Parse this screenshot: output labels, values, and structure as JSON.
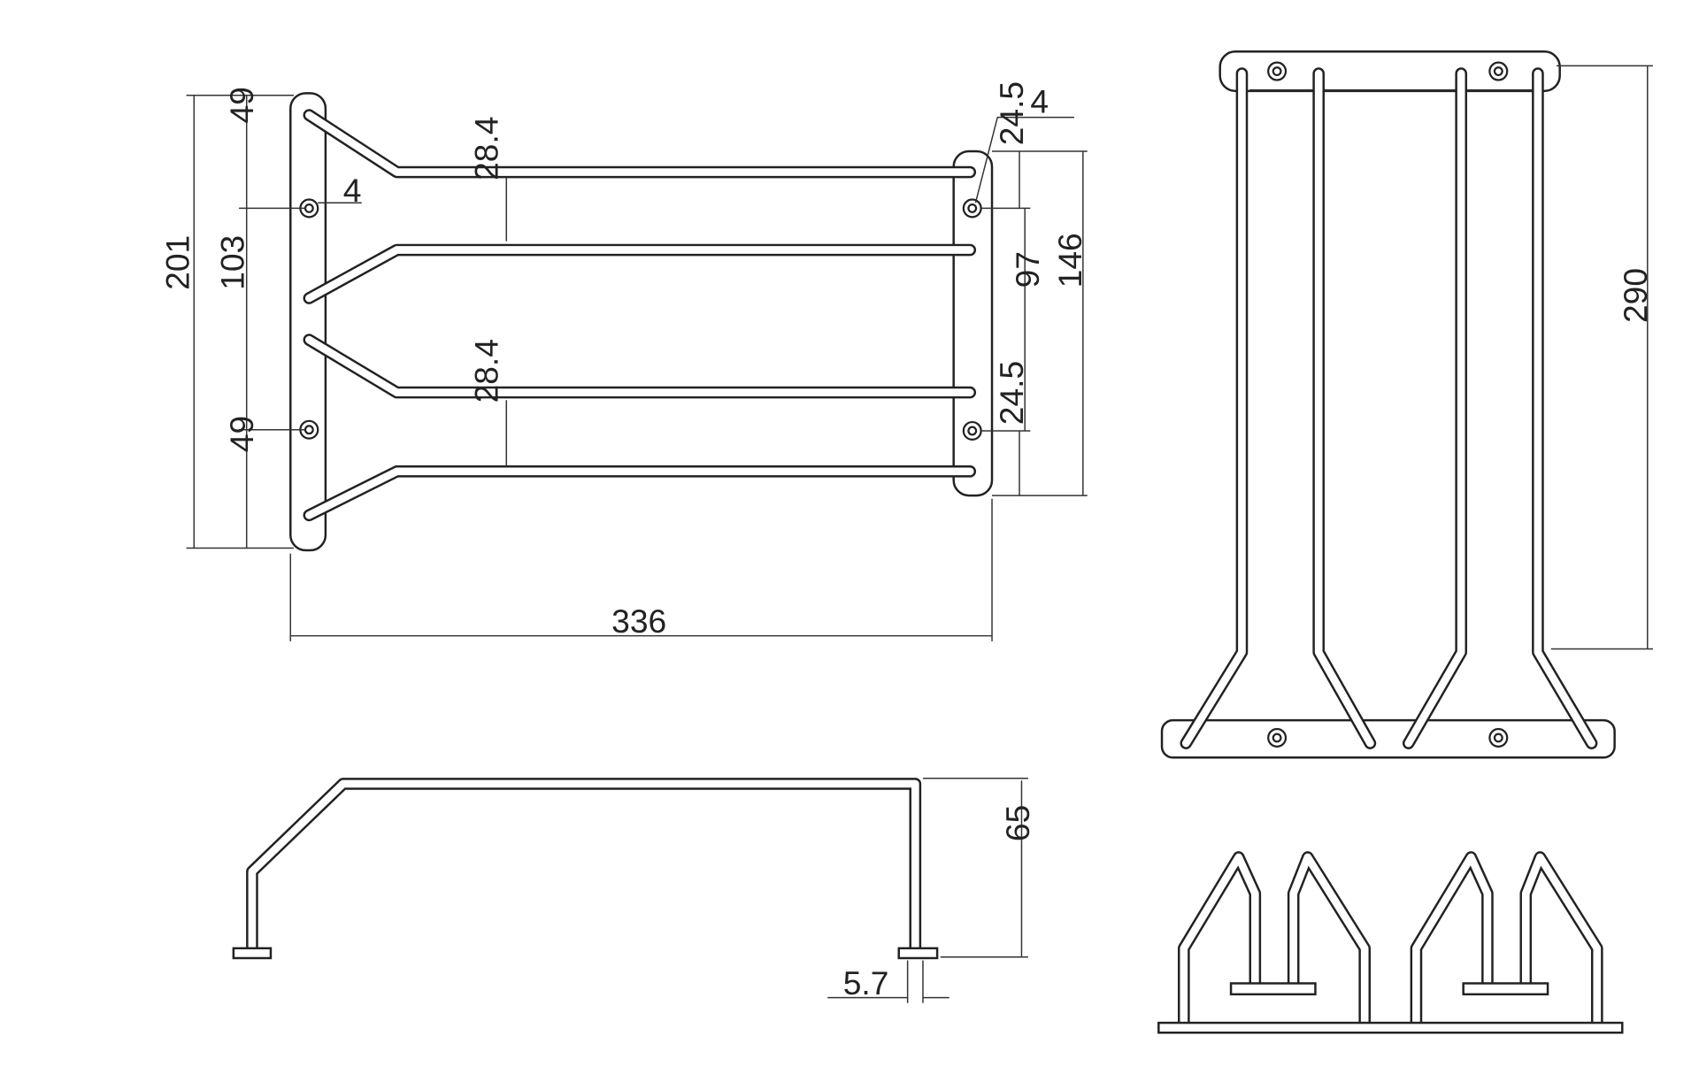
{
  "top_view": {
    "dim_total_height": "201",
    "dim_top_offset": "49",
    "dim_hole_spacing": "103",
    "dim_bottom_offset": "49",
    "dim_hole_left": "4",
    "dim_gap_top": "28.4",
    "dim_gap_bottom": "28.4",
    "dim_hole_right": "4",
    "dim_right_top": "24.5",
    "dim_right_holes": "97",
    "dim_right_bottom": "24.5",
    "dim_right_total": "146",
    "dim_length": "336"
  },
  "front_view": {
    "dim_height": "290"
  },
  "side_view": {
    "dim_height": "65",
    "dim_foot": "5.7"
  }
}
